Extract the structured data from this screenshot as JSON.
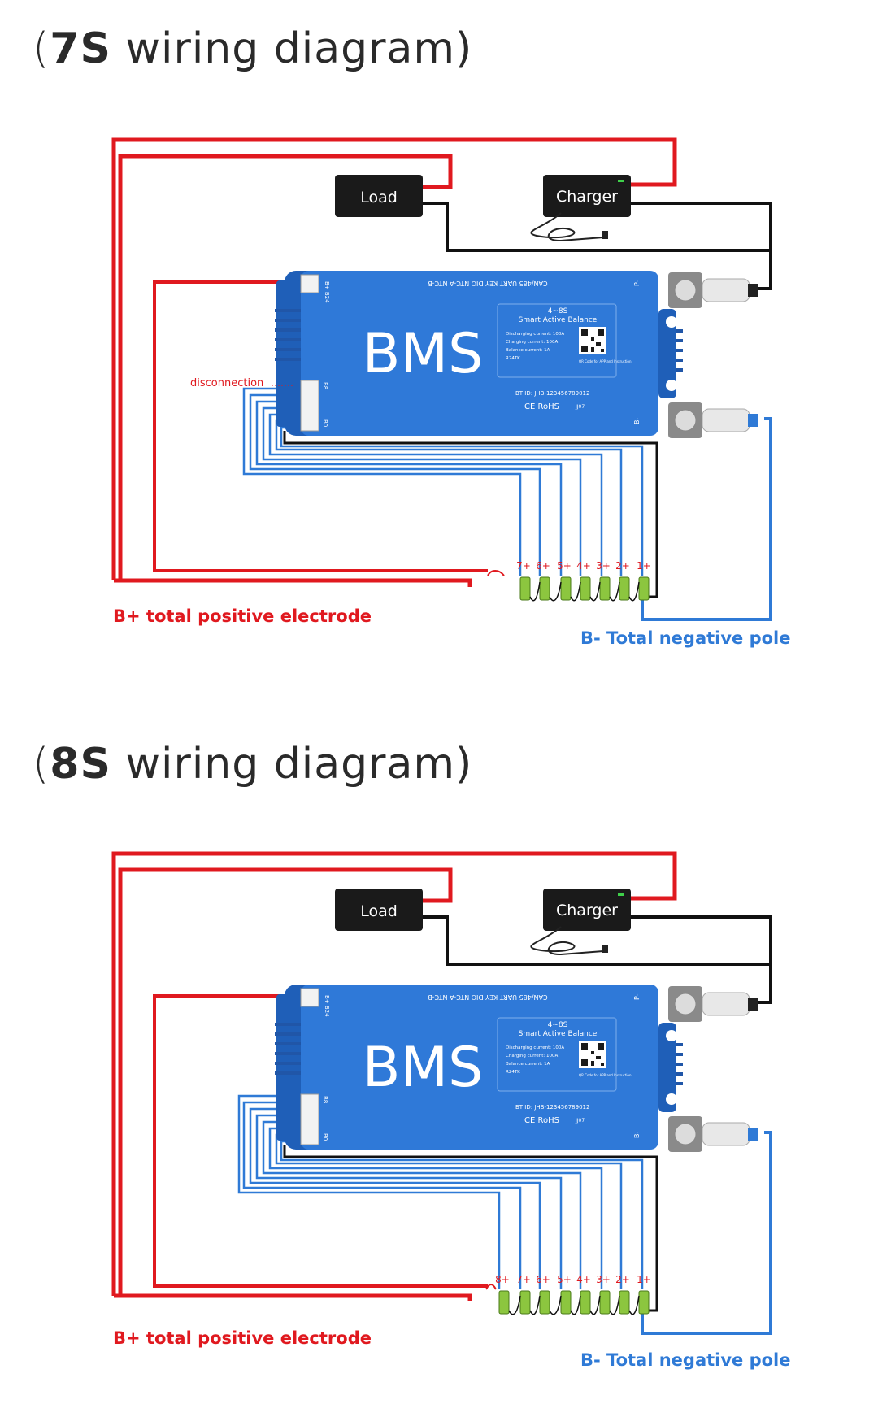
{
  "colors": {
    "positive": "#e0191f",
    "negative": "#2f7ad6",
    "neutral": "#111111",
    "balance": "#2f7ad6",
    "bms_body": "#2f79d8",
    "bms_dark": "#1f5fb8",
    "cell": "#8cc63f"
  },
  "diagrams": [
    {
      "title_open": "(",
      "title_bold": "7S",
      "title_rest": " wiring diagram)",
      "load_label": "Load",
      "charger_label": "Charger",
      "bms_label": "BMS",
      "bms_panel": {
        "header": "4~8S",
        "subheader": "Smart Active Balance",
        "lines": [
          "Discharging current: 100A",
          "Charging current: 100A",
          "Balance current: 1A",
          "R24TK"
        ],
        "qr_note": "QR Code for APP and Instruction",
        "bt_id": "BT ID: JHB-123456789012",
        "cert": "CE RoHS",
        "code": "JJ07"
      },
      "top_port_text": "CAN/485  UART   KEY   DIO  NTC-A  NTC-B",
      "bplus_pin": "B+ B24",
      "b8_pin": "B8",
      "b0_pin": "B0",
      "p_minus": "P-",
      "b_minus": "B-",
      "disconnection_label": "disconnection",
      "cell_labels": [
        "7+",
        "6+",
        "5+",
        "4+",
        "3+",
        "2+",
        "1+"
      ],
      "bplus_label": "B+ total positive electrode",
      "bminus_label": "B- Total negative pole"
    },
    {
      "title_open": "(",
      "title_bold": "8S",
      "title_rest": " wiring diagram)",
      "load_label": "Load",
      "charger_label": "Charger",
      "bms_label": "BMS",
      "bms_panel": {
        "header": "4~8S",
        "subheader": "Smart Active Balance",
        "lines": [
          "Discharging current: 100A",
          "Charging current: 100A",
          "Balance current: 1A",
          "R24TK"
        ],
        "qr_note": "QR Code for APP and Instruction",
        "bt_id": "BT ID: JHB-123456789012",
        "cert": "CE RoHS",
        "code": "JJ07"
      },
      "top_port_text": "CAN/485  UART   KEY   DIO  NTC-A  NTC-B",
      "bplus_pin": "B+ B24",
      "b8_pin": "B8",
      "b0_pin": "B0",
      "p_minus": "P-",
      "b_minus": "B-",
      "cell_labels": [
        "8+",
        "7+",
        "6+",
        "5+",
        "4+",
        "3+",
        "2+",
        "1+"
      ],
      "bplus_label": "B+ total positive electrode",
      "bminus_label": "B- Total negative pole"
    }
  ]
}
